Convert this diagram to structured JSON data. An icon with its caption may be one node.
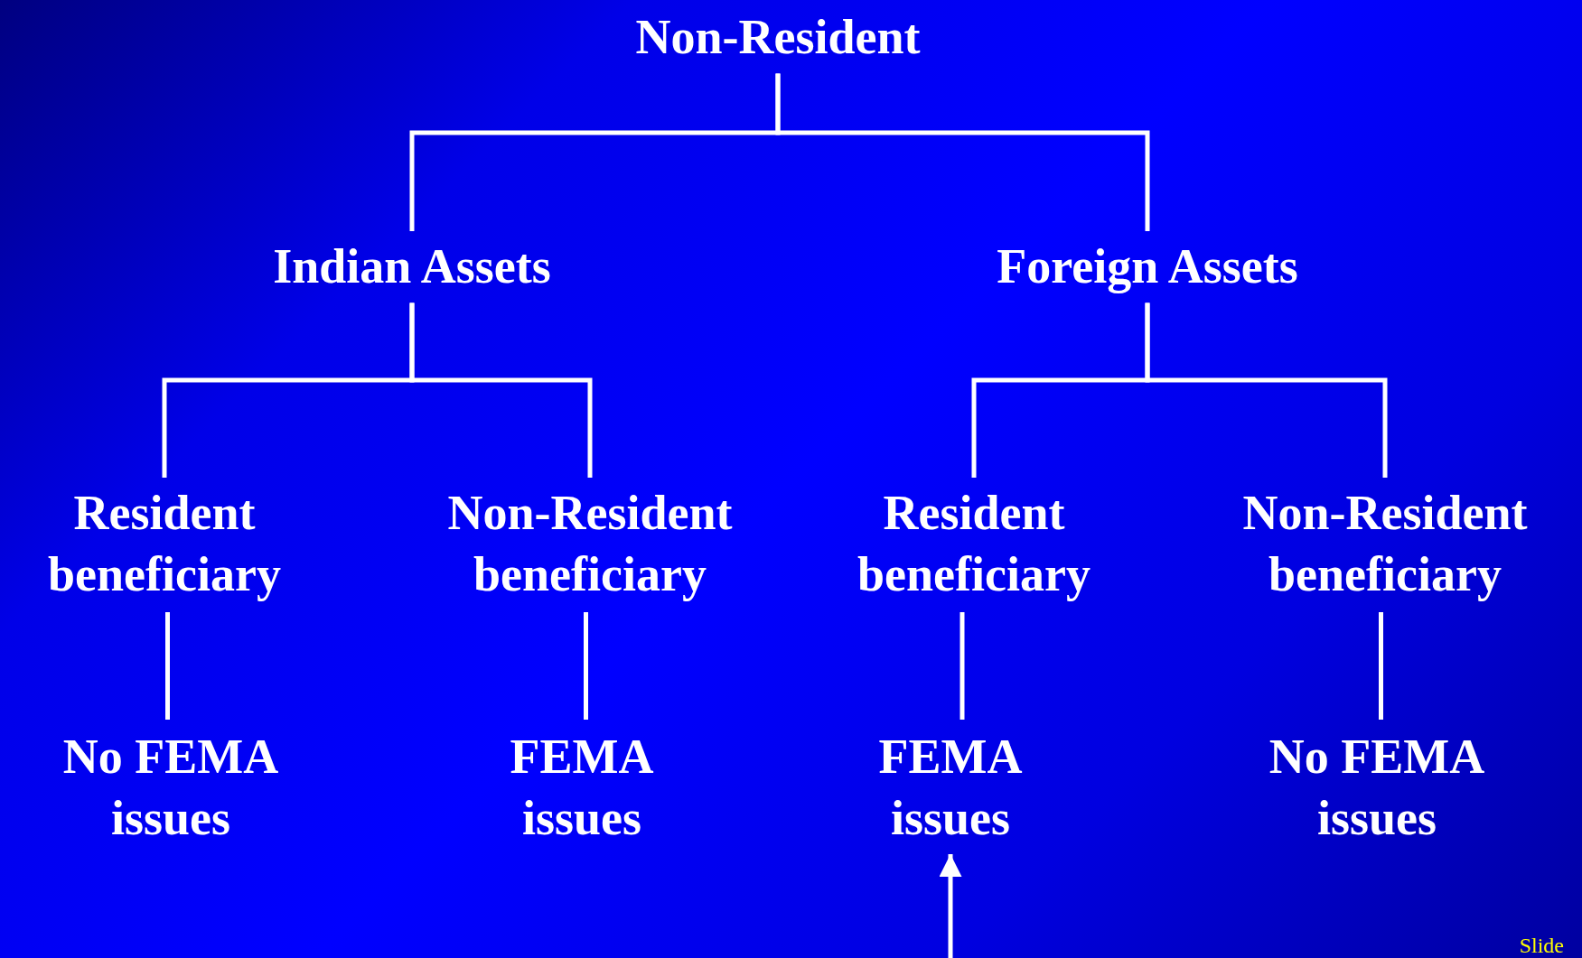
{
  "diagram": {
    "nodes": [
      {
        "text": [
          "Non-Resident"
        ]
      },
      {
        "text": [
          "Indian Assets"
        ]
      },
      {
        "text": [
          "Foreign Assets"
        ]
      },
      {
        "text": [
          "Resident beneficiary"
        ]
      },
      {
        "text": [
          "Non-Resident beneficiary"
        ]
      },
      {
        "text": [
          "Resident beneficiary"
        ]
      },
      {
        "text": [
          "Non-Resident beneficiary"
        ]
      },
      {
        "text": [
          "No FEMA issues"
        ]
      },
      {
        "text": [
          "FEMA issues"
        ]
      },
      {
        "text": [
          "FEMA issues"
        ]
      },
      {
        "text": [
          "No FEMA issues"
        ]
      }
    ],
    "edges": [
      {
        "from": 0,
        "to": 1,
        "arrow": "none"
      },
      {
        "from": 0,
        "to": 2,
        "arrow": "none"
      },
      {
        "from": 1,
        "to": 3,
        "arrow": "none"
      },
      {
        "from": 1,
        "to": 4,
        "arrow": "none"
      },
      {
        "from": 2,
        "to": 5,
        "arrow": "none"
      },
      {
        "from": 2,
        "to": 6,
        "arrow": "none"
      },
      {
        "from": 3,
        "to": 7,
        "arrow": "none"
      },
      {
        "from": 4,
        "to": 8,
        "arrow": "none"
      },
      {
        "from": 5,
        "to": 9,
        "arrow": "none"
      },
      {
        "from": 6,
        "to": 10,
        "arrow": "none"
      },
      {
        "from": null,
        "to": 9,
        "arrow": "to"
      }
    ],
    "labels": [
      "Slide"
    ]
  }
}
